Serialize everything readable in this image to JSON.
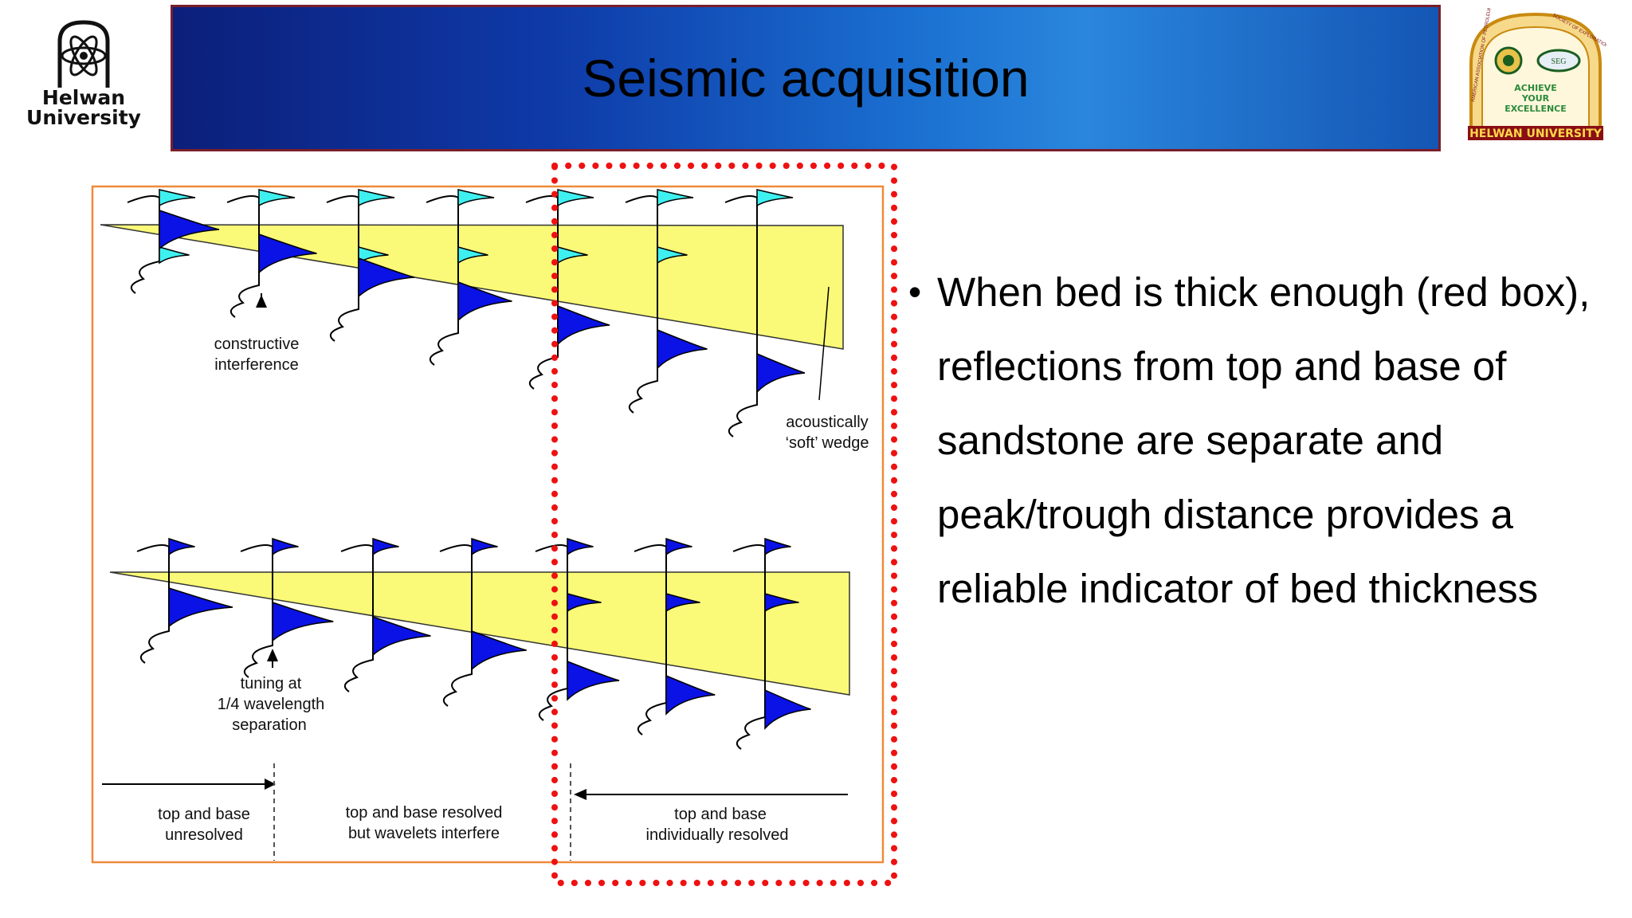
{
  "header": {
    "title": "Seismic acquisition",
    "left_logo": {
      "name_line1": "Helwan",
      "name_line2": "University"
    },
    "right_logo": {
      "ring_top_left": "AMERICAN ASSOCIATION OF PETROLEUM GEOLOGISTS",
      "ring_top_right": "SOCIETY OF EXPLORATION GEOPHYSICISTS",
      "center_badge": "SEG",
      "motto": [
        "ACHIEVE",
        "YOUR",
        "EXCELLENCE"
      ],
      "banner": "HELWAN UNIVERSITY"
    }
  },
  "diagram": {
    "labels": {
      "constructive": [
        "constructive",
        "interference"
      ],
      "soft_wedge": [
        "acoustically",
        "‘soft’ wedge"
      ],
      "tuning": [
        "tuning at",
        "1/4 wavelength",
        "separation"
      ],
      "unresolved": [
        "top and base",
        "unresolved"
      ],
      "interfere": [
        "top and base resolved",
        "but wavelets interfere"
      ],
      "resolved": [
        "top and base",
        "individually resolved"
      ]
    }
  },
  "bullet": {
    "text": "When bed is thick enough (red box), reflections from top and base of sandstone are separate and peak/trough distance provides a reliable indicator of bed thickness"
  },
  "colors": {
    "wedge_fill": "#fafa78",
    "wavelet_blue": "#0a12e6",
    "wavelet_cyan": "#3ff0f0",
    "red_box": "#ee1111",
    "frame_orange": "#f08a3a"
  }
}
